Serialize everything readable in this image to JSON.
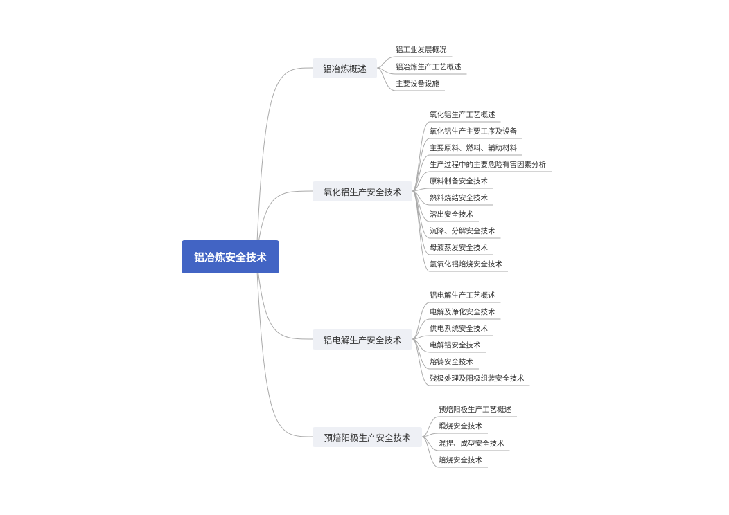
{
  "root": {
    "label": "铝冶炼安全技术"
  },
  "branches": [
    {
      "label": "铝冶炼概述",
      "children": [
        "铝工业发展概况",
        "铝冶炼生产工艺概述",
        "主要设备设施"
      ]
    },
    {
      "label": "氧化铝生产安全技术",
      "children": [
        "氧化铝生产工艺概述",
        "氧化铝生产主要工序及设备",
        "主要原料、燃料、辅助材料",
        "生产过程中的主要危险有害因素分析",
        "原料制备安全技术",
        "熟料烧结安全技术",
        "溶出安全技术",
        "沉降、分解安全技术",
        "母液蒸发安全技术",
        "氢氧化铝焙烧安全技术"
      ]
    },
    {
      "label": "铝电解生产安全技术",
      "children": [
        "铝电解生产工艺概述",
        "电解及净化安全技术",
        "供电系统安全技术",
        "电解铝安全技术",
        "熔铸安全技术",
        "残极处理及阳极组装安全技术"
      ]
    },
    {
      "label": "预焙阳极生产安全技术",
      "children": [
        "预焙阳极生产工艺概述",
        "煅烧安全技术",
        "混捏、成型安全技术",
        "焙烧安全技术"
      ]
    }
  ],
  "colors": {
    "root": "#4264c4",
    "branch_bg": "#eef0f5",
    "line": "#aaaaaa"
  }
}
